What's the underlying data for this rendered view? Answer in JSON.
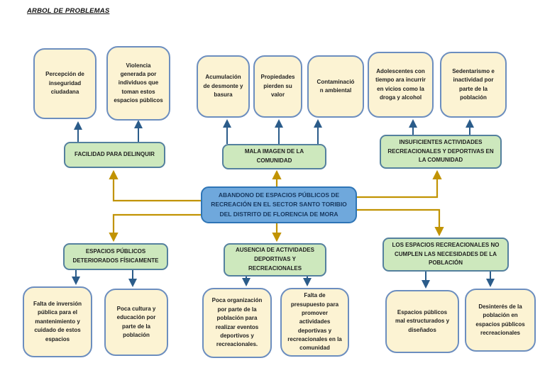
{
  "title": "ARBOL DE PROBLEMAS",
  "colors": {
    "cream_fill": "#FCF3D3",
    "cream_border": "#6C8EBF",
    "green_fill": "#CDE8BD",
    "green_border": "#54809E",
    "blue_fill": "#6FA8DC",
    "blue_border": "#2E75B6",
    "blue_text": "#17375E",
    "arrow_blue": "#2B5C8A",
    "arrow_gold": "#C19303"
  },
  "central_problem": "ABANDONO DE ESPACIOS PÚBLICOS DE RECREACIÓN EN EL SECTOR SANTO TORIBIO DEL DISTRITO DE FLORENCIA DE MORA",
  "effects": {
    "groups": [
      {
        "label": "FACILIDAD PARA DELINQUIR",
        "children": [
          "Percepción de inseguridad ciudadana",
          "Violencia generada por individuos que toman estos espacios públicos"
        ]
      },
      {
        "label": "MALA IMAGEN DE LA COMUNIDAD",
        "children": [
          "Acumulación de desmonte y basura",
          "Propiedades pierden su valor",
          "Contaminación ambiental"
        ]
      },
      {
        "label": "INSUFICIENTES ACTIVIDADES RECREACIONALES Y DEPORTIVAS EN LA COMUNIDAD",
        "children": [
          "Adolescentes con tiempo ara incurrir en vicios como la droga y alcohol",
          "Sedentarismo e inactividad por parte de la población"
        ]
      }
    ]
  },
  "causes": {
    "groups": [
      {
        "label": "ESPACIOS PÚBLICOS DETERIORADOS FÍSICAMENTE",
        "children": [
          "Falta de inversión pública para el mantenimiento y cuidado de estos espacios",
          "Poca cultura y educación por parte de la población"
        ]
      },
      {
        "label": "AUSENCIA DE ACTIVIDADES DEPORTIVAS Y RECREACIONALES",
        "children": [
          "Poca organización por parte de la población para realizar eventos deportivos y recreacionales.",
          "Falta de presupuesto para promover actividades deportivas y recreacionales en la comunidad"
        ]
      },
      {
        "label": "LOS ESPACIOS RECREACIONALES NO CUMPLEN LAS NECESIDADES DE LA POBLACIÓN",
        "children": [
          "Espacios públicos mal estructurados y diseñados",
          "Desinterés de la población en espacios públicos recreacionales"
        ]
      }
    ]
  }
}
